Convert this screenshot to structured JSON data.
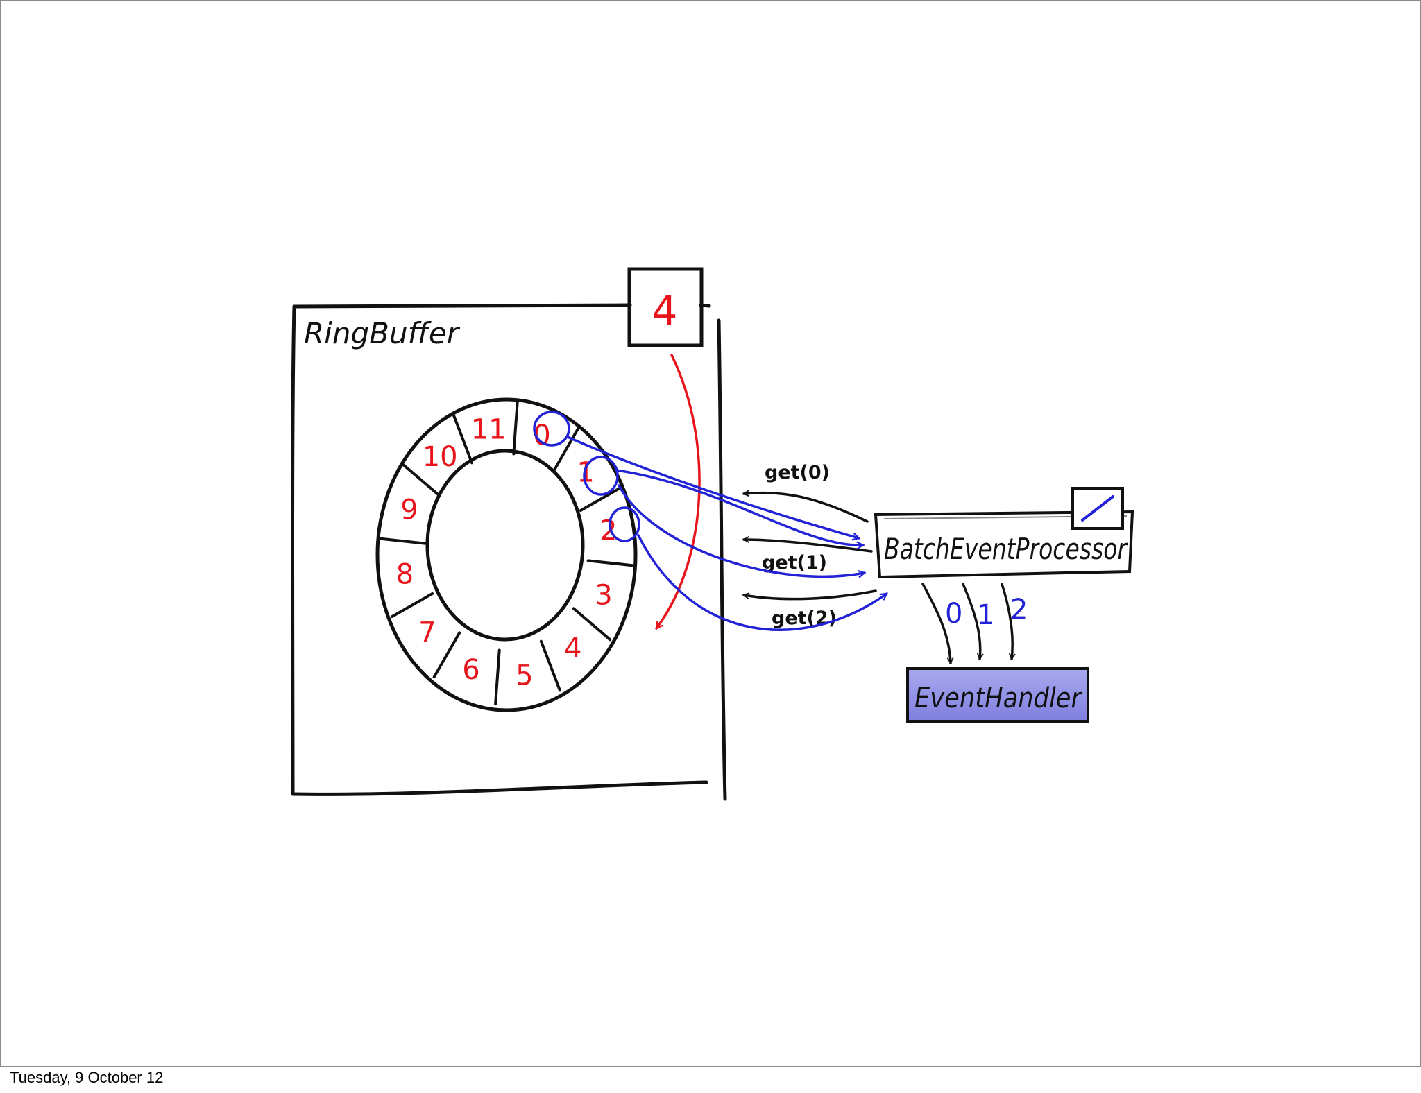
{
  "diagram": {
    "ring_buffer_label": "RingBuffer",
    "cursor_value": "4",
    "slots": [
      "0",
      "1",
      "2",
      "3",
      "4",
      "5",
      "6",
      "7",
      "8",
      "9",
      "10",
      "11"
    ],
    "processor_label": "BatchEventProcessor",
    "processor_sequence_mark": "/",
    "calls": [
      "get(0)",
      "get(1)",
      "get(2)"
    ],
    "handler_sequence": [
      "0",
      "1",
      "2"
    ],
    "handler_label": "EventHandler"
  },
  "colors": {
    "ink": "#111111",
    "red": "#e8141c",
    "blue": "#2223d6",
    "handler_fill": "#8f8fe6"
  },
  "footer": {
    "date": "Tuesday, 9 October 12"
  }
}
